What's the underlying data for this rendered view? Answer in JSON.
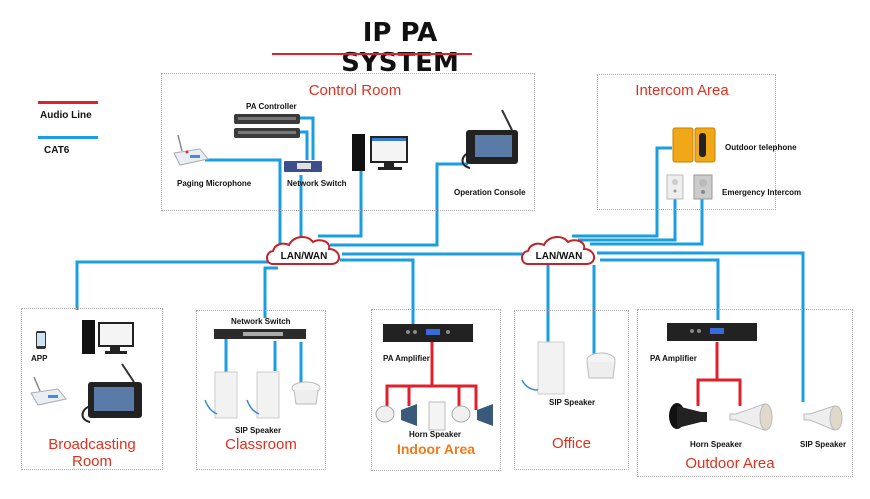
{
  "title": "IP PA SYSTEM",
  "colors": {
    "audio_line": "#e0202a",
    "cat6": "#1a9ee0",
    "zone_title": "#e0301e",
    "indoor_title": "#f07a1a"
  },
  "legend": [
    {
      "label": "Audio Line",
      "color": "#e0202a"
    },
    {
      "label": "CAT6",
      "color": "#1a9ee0"
    }
  ],
  "network": {
    "cloud_left": "LAN/WAN",
    "cloud_right": "LAN/WAN"
  },
  "zones": {
    "control_room": {
      "title": "Control Room",
      "devices": {
        "pa_controller": "PA Controller",
        "paging_microphone": "Paging Microphone",
        "network_switch": "Network Switch",
        "operation_console": "Operation Console",
        "computer": ""
      }
    },
    "intercom_area": {
      "title": "Intercom Area",
      "devices": {
        "outdoor_telephone": "Outdoor telephone",
        "emergency_intercom": "Emergency Intercom"
      }
    },
    "broadcasting_room": {
      "title_line1": "Broadcasting",
      "title_line2": "Room",
      "devices": {
        "app": "APP"
      }
    },
    "classroom": {
      "title": "Classroom",
      "devices": {
        "network_switch": "Network Switch",
        "sip_speaker": "SIP Speaker"
      }
    },
    "indoor_area": {
      "title": "Indoor Area",
      "devices": {
        "pa_amplifier": "PA Amplifier",
        "horn_speaker": "Horn Speaker"
      }
    },
    "office": {
      "title": "Office",
      "devices": {
        "sip_speaker": "SIP Speaker"
      }
    },
    "outdoor_area": {
      "title": "Outdoor Area",
      "devices": {
        "pa_amplifier": "PA Amplifier",
        "horn_speaker": "Horn Speaker",
        "sip_speaker": "SIP Speaker"
      }
    }
  }
}
